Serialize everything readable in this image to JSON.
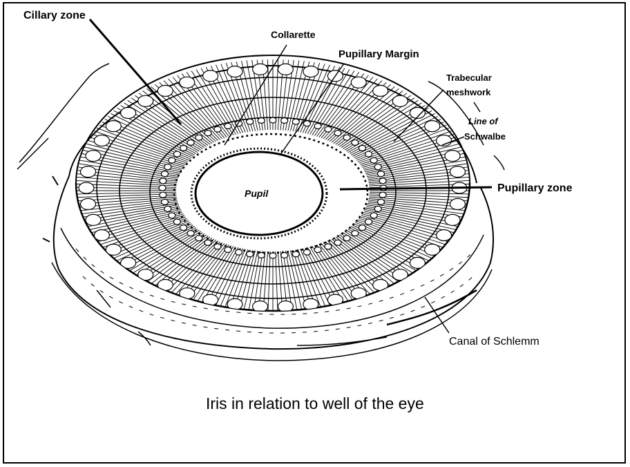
{
  "figure": {
    "caption": "Iris in relation to well of the eye"
  },
  "labels": {
    "ciliary_zone": "Cillary zone",
    "collarette": "Collarette",
    "pupillary_margin": "Pupillary Margin",
    "trabecular_meshwork_line1": "Trabecular",
    "trabecular_meshwork_line2": "meshwork",
    "line_of_schwalbe_line1": "Line of",
    "line_of_schwalbe_line2": "Schwalbe",
    "pupil": "Pupil",
    "pupillary_zone": "Pupillary zone",
    "canal_of_schlemm": "Canal of Schlemm"
  },
  "colors": {
    "ink": "#000000",
    "paper": "#ffffff"
  }
}
